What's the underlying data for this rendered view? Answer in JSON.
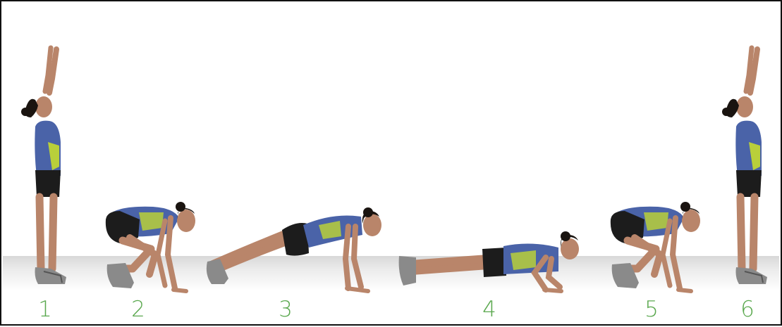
{
  "steps": [
    {
      "number": "1",
      "pose": "standing-arms-up"
    },
    {
      "number": "2",
      "pose": "squat-hands-down"
    },
    {
      "number": "3",
      "pose": "plank"
    },
    {
      "number": "4",
      "pose": "push-up-down"
    },
    {
      "number": "5",
      "pose": "squat-hands-down"
    },
    {
      "number": "6",
      "pose": "standing-arms-up"
    }
  ],
  "colors": {
    "number_green": "#5aa84e",
    "skin": "#b9856a",
    "top": "#4a63a8",
    "top_accent": "#b9cf3a",
    "shorts": "#1c1c1c",
    "shoe": "#8a8a8a",
    "hair": "#1a1410",
    "floor": "#e2e2e2"
  }
}
